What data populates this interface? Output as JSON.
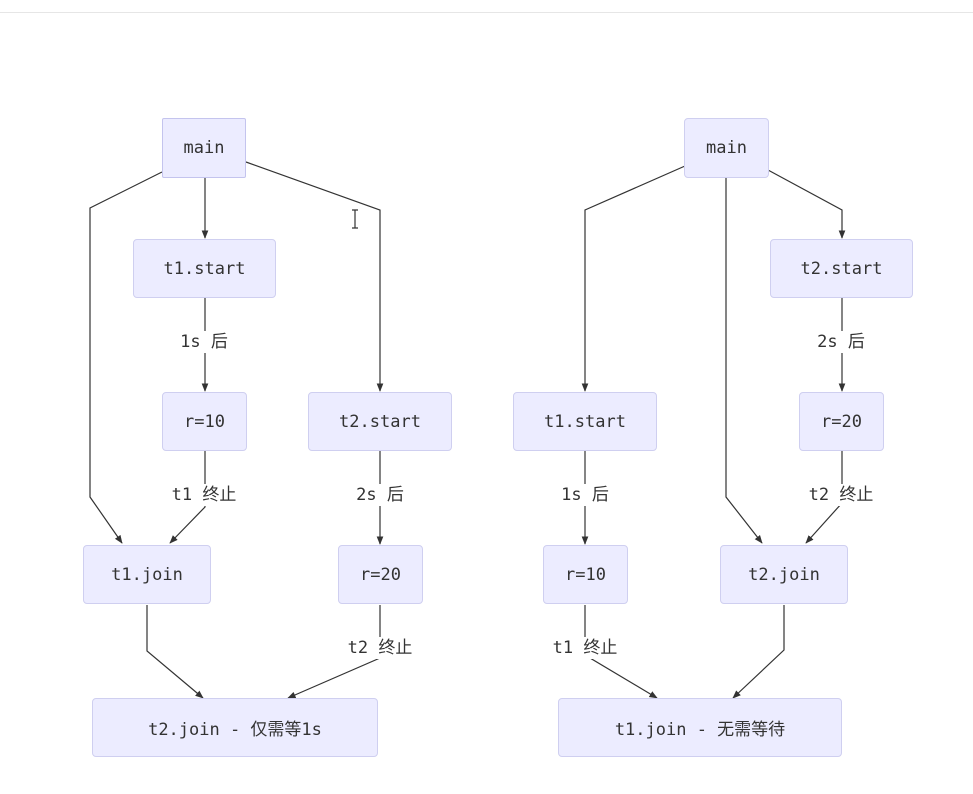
{
  "diagrams": [
    {
      "nodes": {
        "main": "main",
        "t1_start": "t1.start",
        "r10": "r=10",
        "t2_start": "t2.start",
        "t1_join": "t1.join",
        "r20": "r=20",
        "t2_join": "t2.join - 仅需等1s"
      },
      "edge_labels": {
        "t1_after": "1s 后",
        "t1_end": "t1 终止",
        "t2_after": "2s 后",
        "t2_end": "t2 终止"
      }
    },
    {
      "nodes": {
        "main": "main",
        "t2_start": "t2.start",
        "r20": "r=20",
        "t1_start": "t1.start",
        "t2_join": "t2.join",
        "r10": "r=10",
        "t1_join": "t1.join - 无需等待"
      },
      "edge_labels": {
        "t2_after": "2s 后",
        "t2_end": "t2 终止",
        "t1_after": "1s 后",
        "t1_end": "t1 终止"
      }
    }
  ],
  "colors": {
    "node_fill": "#ECECFF",
    "node_border": "#cfcff0",
    "edge": "#333333"
  },
  "icons": {
    "cursor": "text-cursor-icon"
  }
}
